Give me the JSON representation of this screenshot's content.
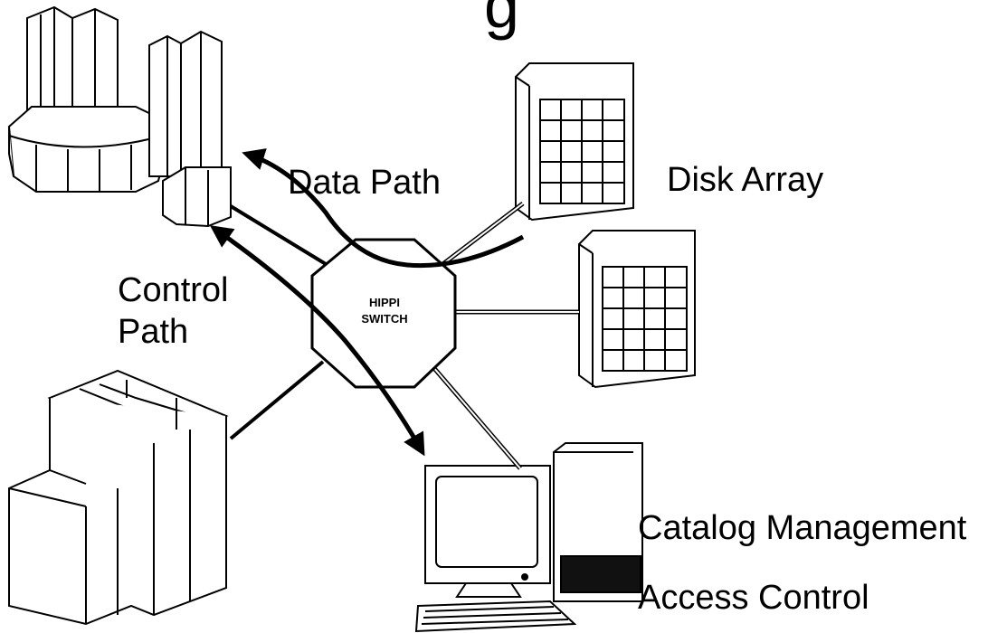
{
  "title_fragment": "g",
  "labels": {
    "data_path": "Data Path",
    "disk_array": "Disk Array",
    "control_path_line1": "Control",
    "control_path_line2": "Path",
    "catalog_management": "Catalog Management",
    "access_control": "Access Control"
  },
  "switch": {
    "line1": "HIPPI",
    "line2": "SWITCH"
  }
}
